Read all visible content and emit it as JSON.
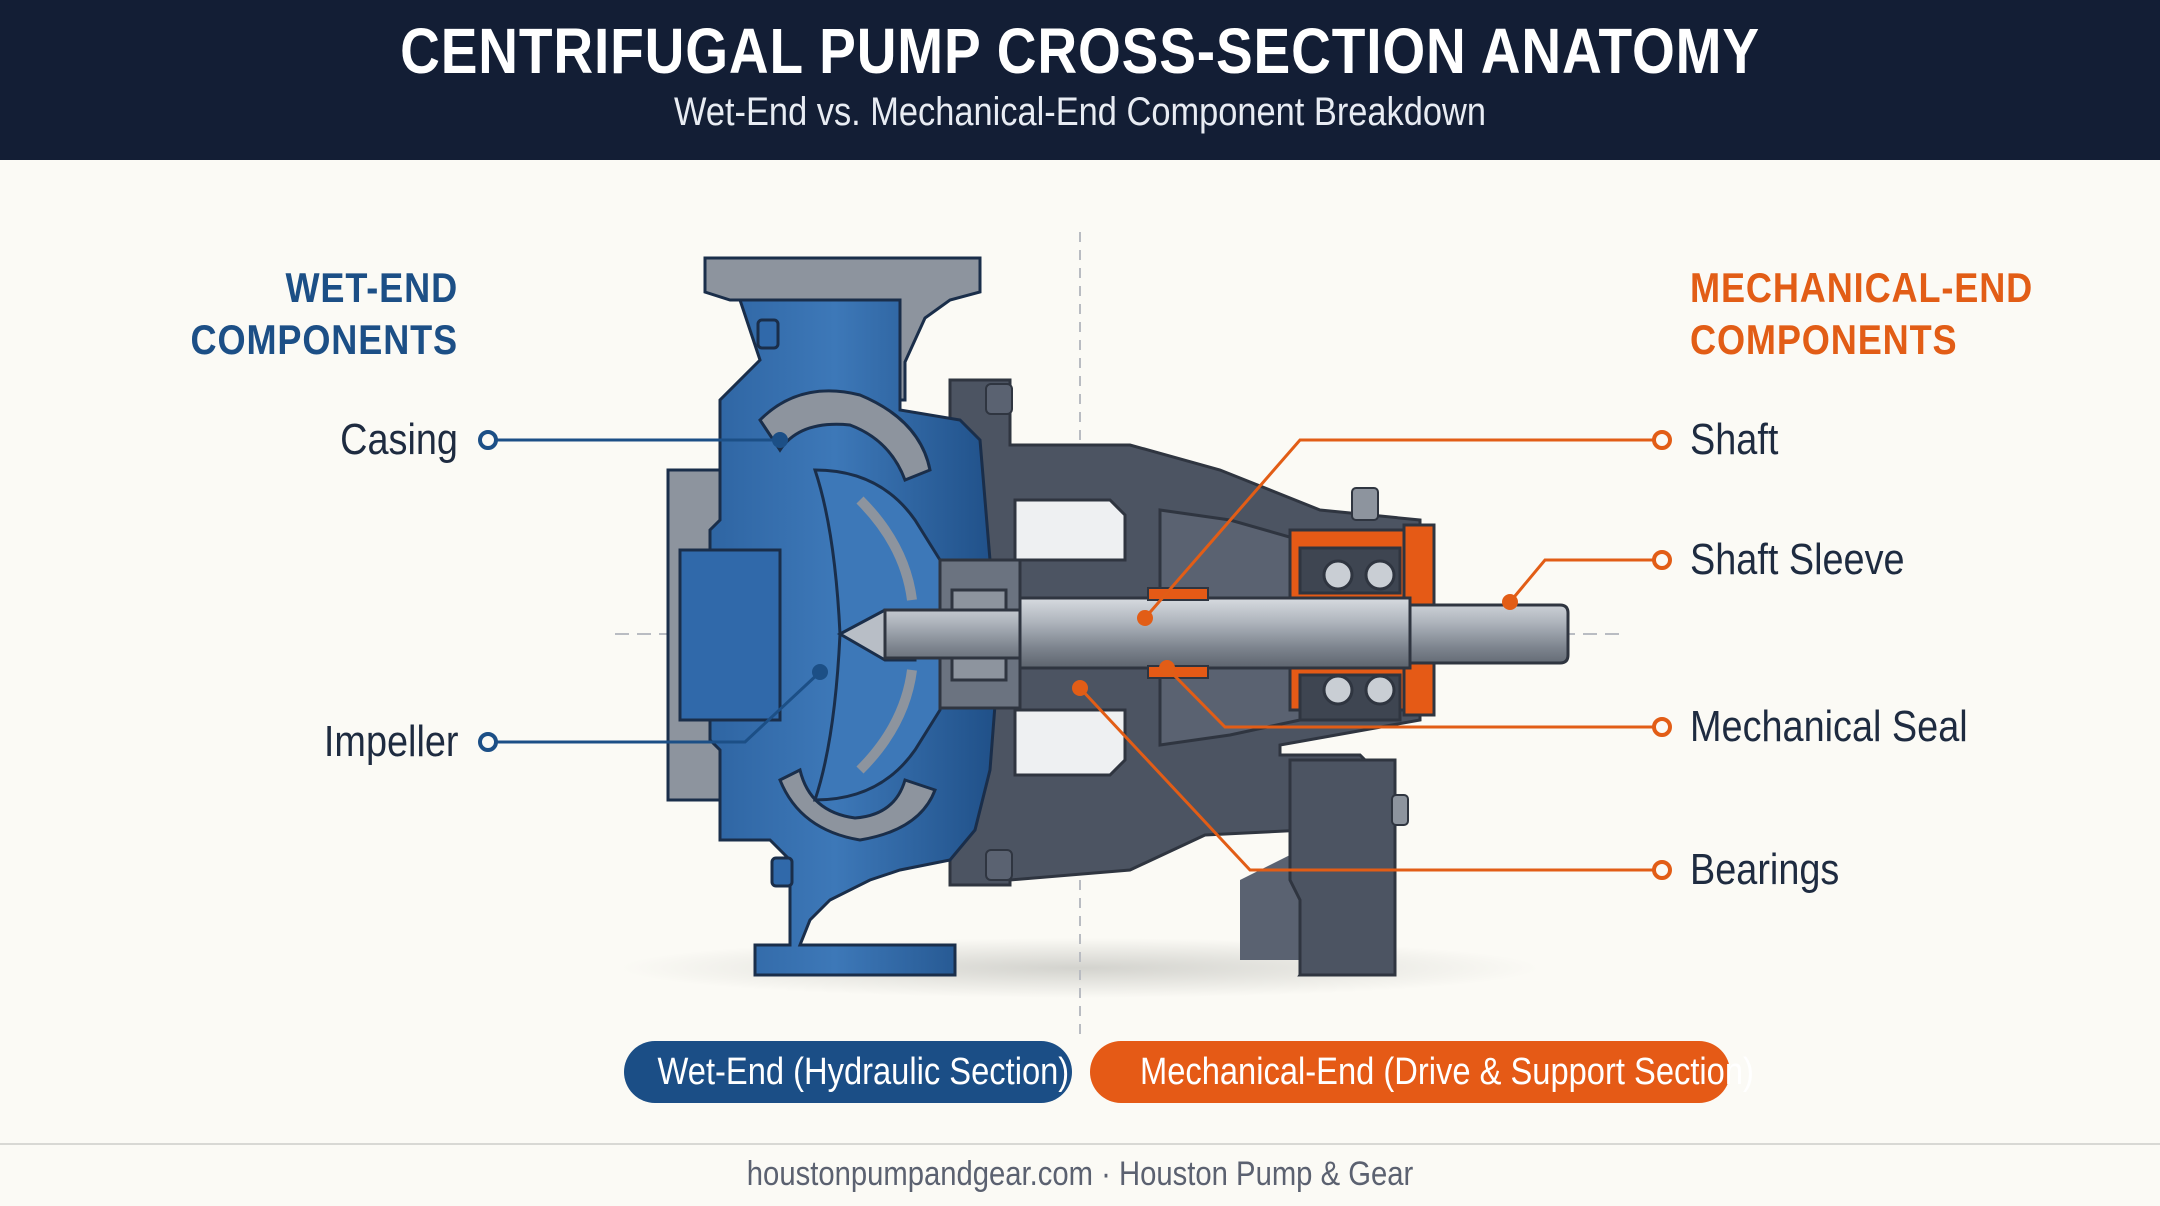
{
  "header": {
    "title": "CENTRIFUGAL PUMP CROSS-SECTION ANATOMY",
    "subtitle": "Wet-End vs. Mechanical-End Component Breakdown"
  },
  "wet_end": {
    "heading_line1": "WET-END",
    "heading_line2": "COMPONENTS",
    "items": [
      "Casing",
      "Impeller"
    ]
  },
  "mechanical_end": {
    "heading_line1": "MECHANICAL-END",
    "heading_line2": "COMPONENTS",
    "items": [
      "Shaft",
      "Shaft Sleeve",
      "Mechanical Seal",
      "Bearings"
    ]
  },
  "legend": {
    "wet": "Wet-End (Hydraulic Section)",
    "mech": "Mechanical-End (Drive & Support Section)"
  },
  "footer": "houstonpumpandgear.com · Houston Pump & Gear",
  "colors": {
    "header_bg": "#131e35",
    "wet_blue": "#1b4e86",
    "mech_orange": "#e55a16",
    "casing_grey": "#8d949e",
    "frame_dark": "#4c5462"
  }
}
